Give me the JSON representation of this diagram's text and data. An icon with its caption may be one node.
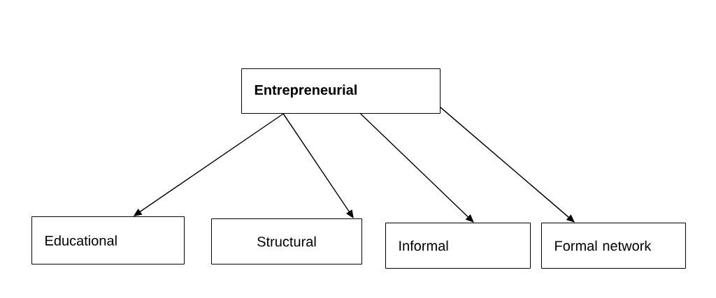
{
  "diagram": {
    "nodes": [
      {
        "text": [
          "Entrepreneurial"
        ]
      },
      {
        "text": [
          "Educational"
        ]
      },
      {
        "text": [
          "Structural"
        ]
      },
      {
        "text": [
          "Informal"
        ]
      },
      {
        "text": [
          "Formal network"
        ]
      }
    ],
    "edges": [
      {
        "from": 0,
        "to": 1,
        "arrow": "to"
      },
      {
        "from": 0,
        "to": 2,
        "arrow": "to"
      },
      {
        "from": 0,
        "to": 3,
        "arrow": "to"
      },
      {
        "from": 0,
        "to": 4,
        "arrow": "to"
      }
    ]
  }
}
